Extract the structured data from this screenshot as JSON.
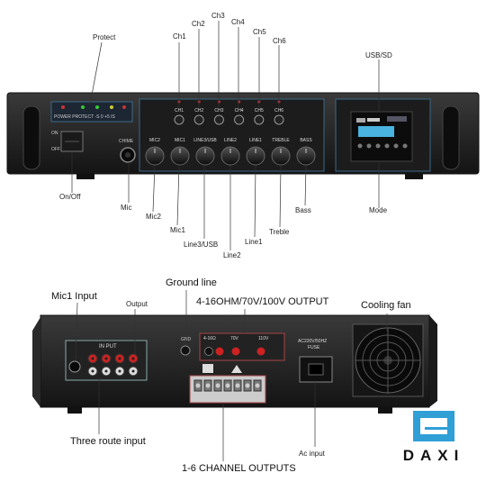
{
  "front_labels": {
    "protect": "Protect",
    "ch1": "Ch1",
    "ch2": "Ch2",
    "ch3": "Ch3",
    "ch4": "Ch4",
    "ch5": "Ch5",
    "ch6": "Ch6",
    "usb_sd": "USB/SD",
    "on_off": "On/Off",
    "mic": "Mic",
    "mic2": "Mic2",
    "mic1": "Mic1",
    "line3_usb": "Line3/USB",
    "line2": "Line2",
    "line1": "Line1",
    "treble": "Treble",
    "bass": "Bass",
    "mode": "Mode"
  },
  "front_panel": {
    "power_protect": "POWER PROTECT -S  0  +5  IS",
    "on": "ON",
    "off": "OFF",
    "chime": "CHIME",
    "ch_buttons": [
      "CH1",
      "CH2",
      "CH3",
      "CH4",
      "CH5",
      "CH6"
    ],
    "knobs": [
      "MIC2",
      "MIC1",
      "LINE3/USB",
      "LINE2",
      "LINE1",
      "TREBLE",
      "BASS"
    ]
  },
  "back_labels": {
    "mic1_input": "Mic1 Input",
    "output": "Output",
    "ground_line": "Ground line",
    "speaker_output": "4-16OHM/70V/100V OUTPUT",
    "cooling_fan": "Cooling fan",
    "three_route_input": "Three route input",
    "ac_input": "Ac input",
    "channel_outputs": "1-6 CHANNEL OUTPUTS"
  },
  "back_panel": {
    "in_put": "IN PUT",
    "gnd": "GND",
    "ohm_label": "4-16Ω",
    "v70": "70V",
    "v110": "110V",
    "ac_rating": "AC220V/50HZ",
    "fuse": "FUSE"
  },
  "brand": {
    "name": "DAXI",
    "color": "#2f9fd6"
  }
}
